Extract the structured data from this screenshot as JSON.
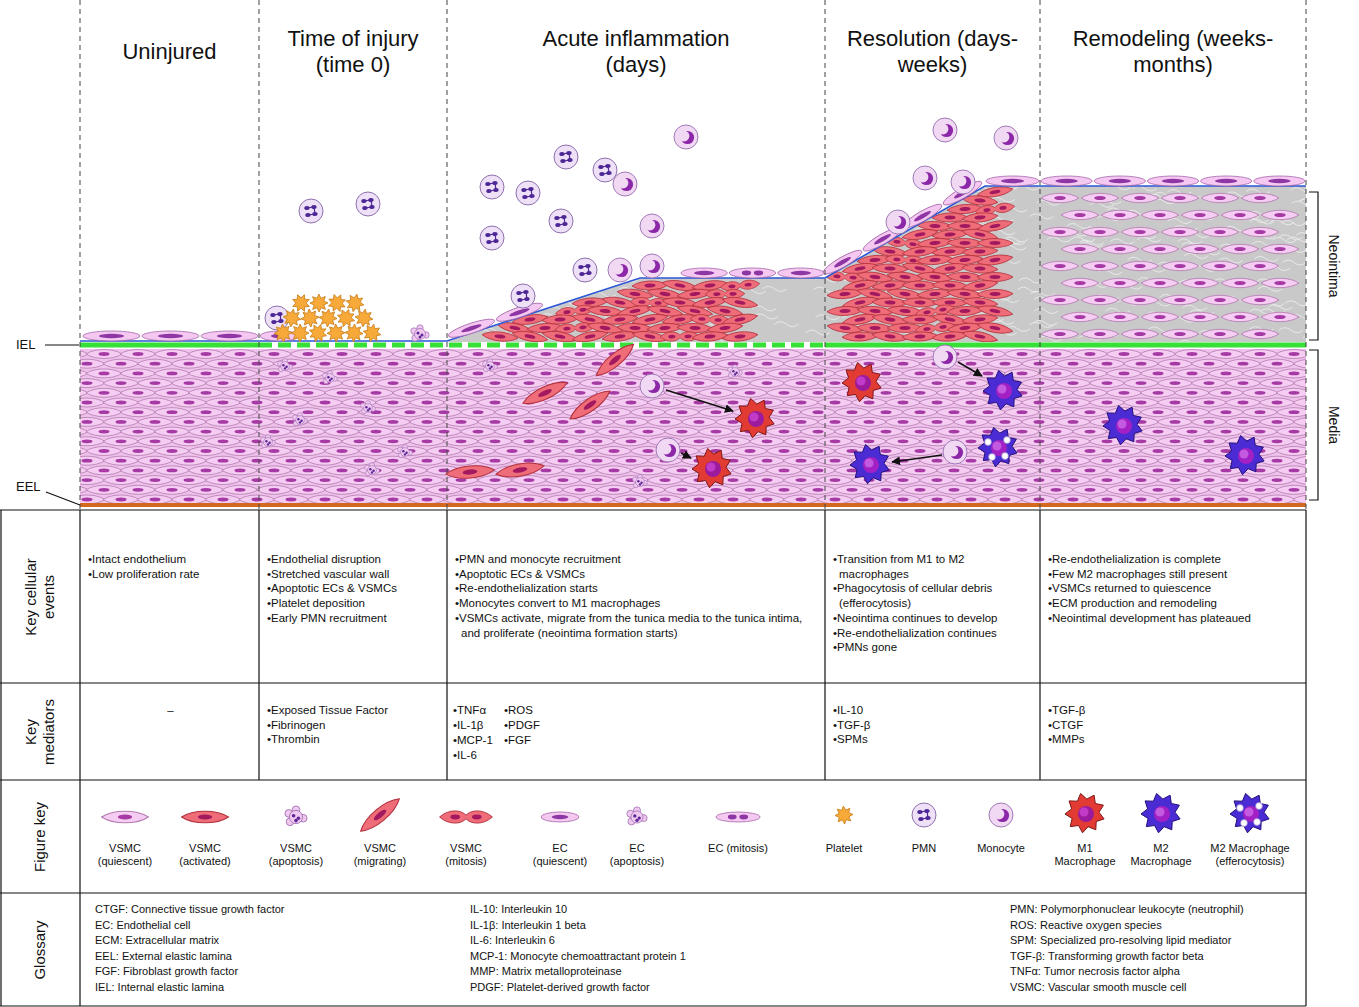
{
  "diagram": {
    "nodes": [
      {
        "text": [
          "Uninjured"
        ]
      },
      {
        "text": [
          "Time of injury (time 0)"
        ]
      },
      {
        "text": [
          "Acute inflammation (days)"
        ]
      },
      {
        "text": [
          "Resolution (days-weeks)"
        ]
      },
      {
        "text": [
          "Remodeling (weeks-months)"
        ]
      },
      {
        "text": [
          "Key cellular events"
        ]
      },
      {
        "text": [
          "•Intact endothelium",
          "•Low proliferation rate"
        ]
      },
      {
        "text": [
          "•Endothelial disruption",
          "•Stretched vascular wall",
          "•Apoptotic ECs & VSMCs",
          "•Platelet deposition",
          "•Early PMN recruitment"
        ]
      },
      {
        "text": [
          "•PMN and monocyte recruitment",
          "•Apoptotic ECs & VSMCs",
          "•Re-endothelialization starts",
          "•Monocytes convert to M1 macrophages",
          "•VSMCs activate, migrate from the tunica media to the tunica intima, and proliferate (neointima formation starts)"
        ]
      },
      {
        "text": [
          "•Transition from M1 to M2 macrophages",
          "•Phagocytosis of cellular debris (efferocytosis)",
          "•Neointima continues to develop",
          "•Re-endothelialization continues",
          "•PMNs gone"
        ]
      },
      {
        "text": [
          "•Re-endothelialization is complete",
          "•Few M2 macrophages still present",
          "•VSMCs returned to quiescence",
          "•ECM production and remodeling",
          "•Neointimal development has plateaued"
        ]
      },
      {
        "text": [
          "Key mediators"
        ]
      },
      {
        "text": [
          "–"
        ]
      },
      {
        "text": [
          "•Exposed Tissue Factor",
          "•Fibrinogen",
          "•Thrombin"
        ]
      },
      {
        "text": [
          "•TNFα",
          "•IL-1β",
          "•MCP-1",
          "•IL-6",
          "•ROS",
          "•PDGF",
          "•FGF"
        ]
      },
      {
        "text": [
          "•IL-10",
          "•TGF-β",
          "•SPMs"
        ]
      },
      {
        "text": [
          "•TGF-β",
          "•CTGF",
          "•MMPs"
        ]
      },
      {
        "text": [
          "Figure key"
        ]
      },
      {
        "text": [
          "Glossary"
        ]
      },
      {
        "text": [
          "CTGF: Connective tissue growth factor",
          "EC: Endothelial cell",
          "ECM: Extracellular matrix",
          "EEL: External elastic lamina",
          "FGF: Fibroblast growth factor",
          "IEL: Internal elastic lamina",
          "IL-10: Interleukin 10",
          "IL-1β: Interleukin 1 beta",
          "IL-6: Interleukin 6",
          "MCP-1: Monocyte chemoattractant protein 1",
          "MMP: Matrix metalloproteinase",
          "PDGF: Platelet-derived growth factor",
          "PMN: Polymorphonuclear leukocyte (neutrophil)",
          "ROS: Reactive oxygen species",
          "SPM: Specialized pro-resolving lipid mediator",
          "TGF-β: Transforming growth factor beta",
          "TNFα: Tumor necrosis factor alpha",
          "VSMC: Vascular smooth muscle cell"
        ]
      }
    ],
    "labels": [
      "IEL",
      "EEL",
      "Neointima",
      "Media"
    ],
    "legend": [
      {
        "text": "VSMC (quiescent)"
      },
      {
        "text": "VSMC (activated)"
      },
      {
        "text": "VSMC (apoptosis)"
      },
      {
        "text": "VSMC (migrating)"
      },
      {
        "text": "VSMC (mitosis)"
      },
      {
        "text": "EC (quiescent)"
      },
      {
        "text": "EC (apoptosis)"
      },
      {
        "text": "EC (mitosis)"
      },
      {
        "text": "Platelet"
      },
      {
        "text": "PMN"
      },
      {
        "text": "Monocyte"
      },
      {
        "text": "M1 Macrophage"
      },
      {
        "text": "M2 Macrophage"
      },
      {
        "text": "M2 Macrophage (efferocytosis)"
      }
    ]
  }
}
